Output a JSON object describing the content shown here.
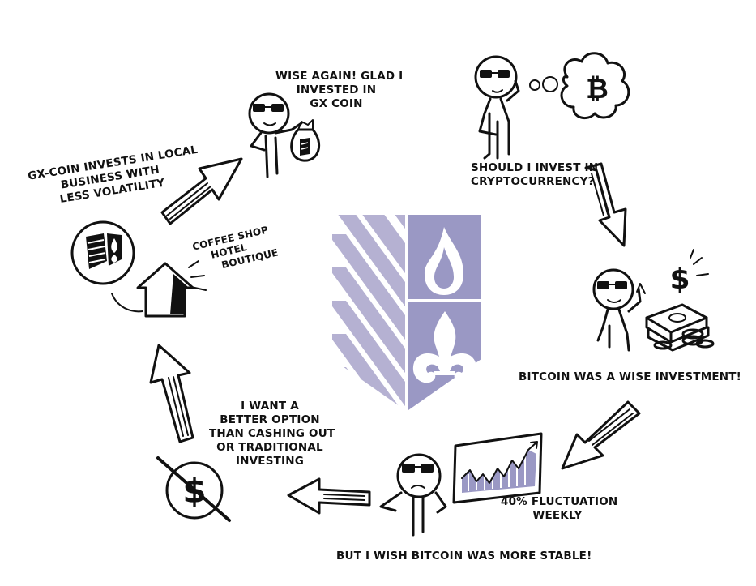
{
  "colors": {
    "shield_stripes": "#b5b1d2",
    "shield_panel": "#9a98c4",
    "ink": "#111111",
    "paper": "#ffffff"
  },
  "icons": [
    "bitcoin-icon",
    "dollar-icon",
    "money-stack-icon",
    "chart-icon",
    "no-dollar-icon",
    "house-icon",
    "gx-logo-icon",
    "money-bag-icon",
    "university-shield-logo"
  ],
  "steps": {
    "question": {
      "lines": [
        "SHOULD I INVEST IN",
        "CRYPTOCURRENCY?"
      ]
    },
    "wise": {
      "lines": [
        "BITCOIN WAS A WISE INVESTMENT!"
      ]
    },
    "fluctuation": {
      "lines": [
        "40% FLUCTUATION",
        "WEEKLY"
      ]
    },
    "stable": {
      "lines": [
        "BUT I WISH BITCOIN WAS MORE STABLE!"
      ]
    },
    "better_option": {
      "lines": [
        "I WANT A",
        "BETTER OPTION",
        "THAN CASHING OUT",
        "OR TRADITIONAL",
        "INVESTING"
      ]
    },
    "local_business": {
      "caption": [
        "GX-COIN INVESTS IN LOCAL",
        "BUSINESS WITH",
        "LESS VOLATILITY"
      ],
      "list": [
        "COFFEE SHOP",
        "HOTEL",
        "BOUTIQUE"
      ]
    },
    "wise_again": {
      "lines": [
        "WISE AGAIN! GLAD I",
        "INVESTED IN",
        "GX COIN"
      ]
    }
  }
}
